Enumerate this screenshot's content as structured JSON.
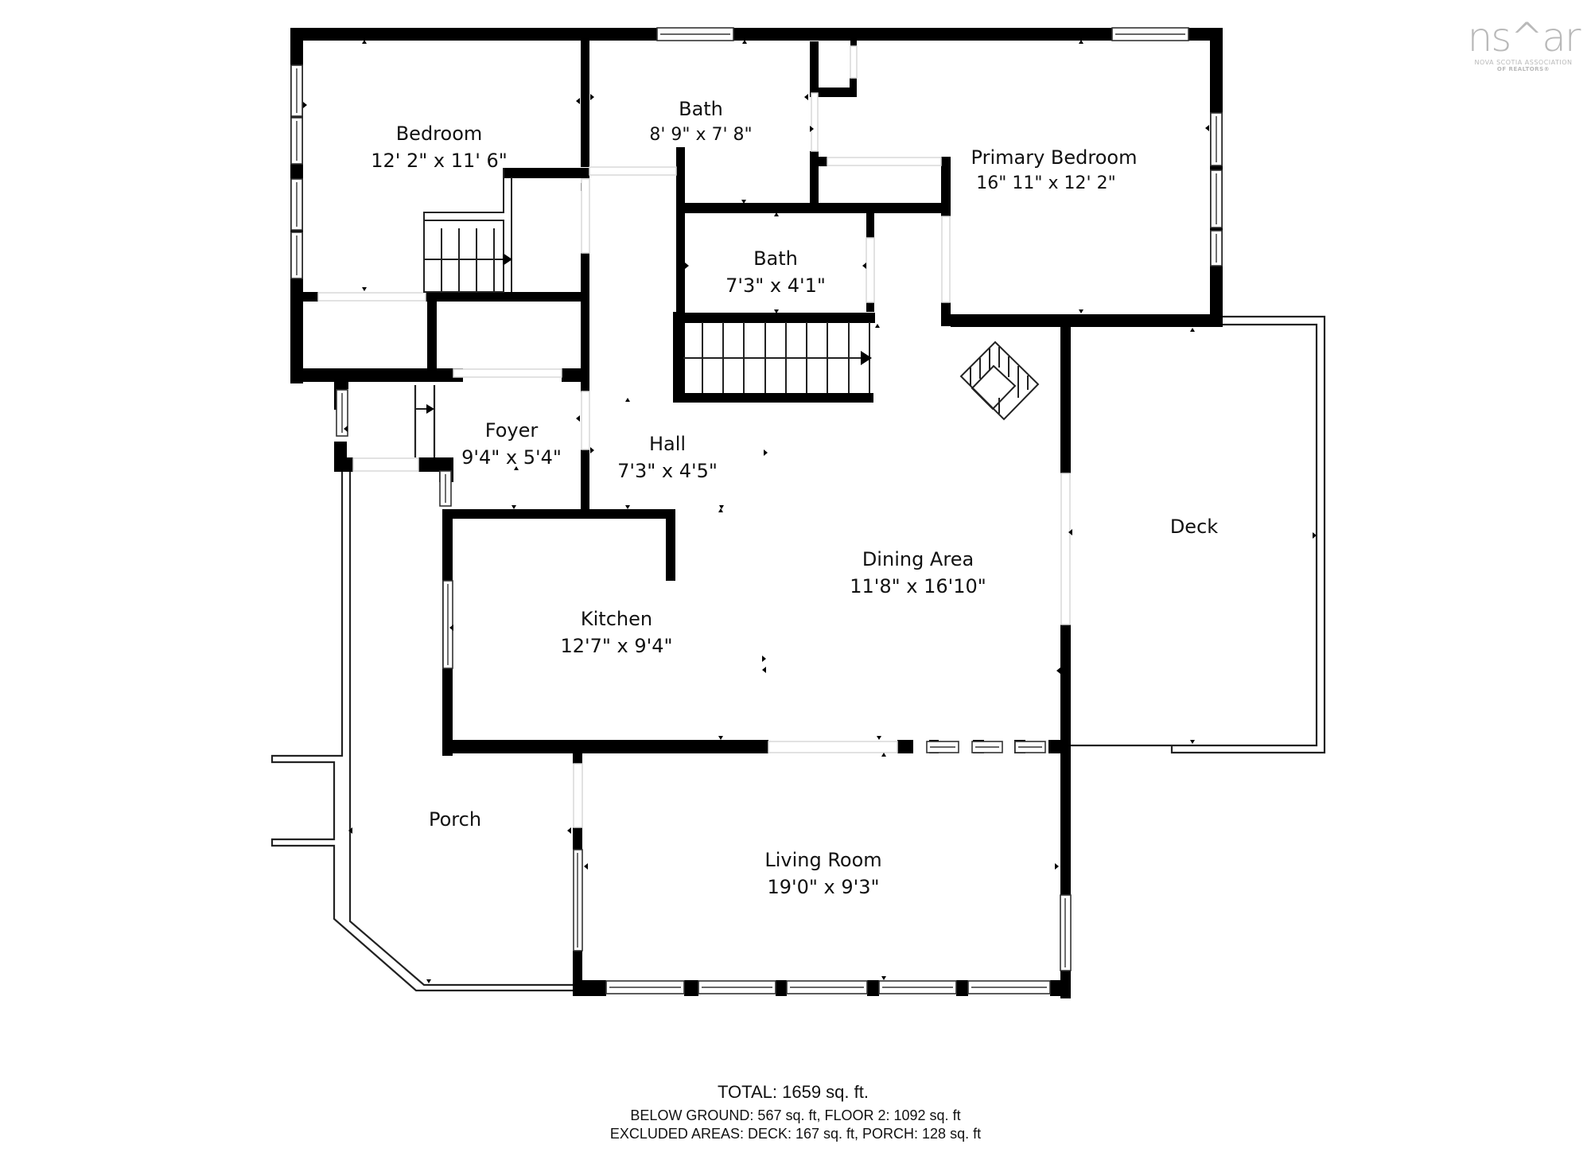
{
  "logo": {
    "mark": "ns^ar",
    "line1": "NOVA SCOTIA ASSOCIATION",
    "line2": "OF REALTORS®",
    "color": "#b9b9b9"
  },
  "rooms": [
    {
      "id": "bedroom",
      "name": "Bedroom",
      "dims": "12' 2\" x 11' 6\""
    },
    {
      "id": "bath-upper",
      "name": "Bath",
      "dims": "8' 9\" x 7' 8\""
    },
    {
      "id": "primary-bedroom",
      "name": "Primary Bedroom",
      "dims": "16\" 11\" x 12' 2\""
    },
    {
      "id": "bath-lower",
      "name": "Bath",
      "dims": "7'3\" x 4'1\""
    },
    {
      "id": "foyer",
      "name": "Foyer",
      "dims": "9'4\" x 5'4\""
    },
    {
      "id": "hall",
      "name": "Hall",
      "dims": "7'3\" x 4'5\""
    },
    {
      "id": "deck",
      "name": "Deck",
      "dims": ""
    },
    {
      "id": "dining-area",
      "name": "Dining Area",
      "dims": "11'8\" x 16'10\""
    },
    {
      "id": "kitchen",
      "name": "Kitchen",
      "dims": "12'7\" x 9'4\""
    },
    {
      "id": "porch",
      "name": "Porch",
      "dims": ""
    },
    {
      "id": "living-room",
      "name": "Living Room",
      "dims": "19'0\" x 9'3\""
    }
  ],
  "summary": {
    "total": "TOTAL:  1659 sq. ft.",
    "floors": "BELOW GROUND: 567 sq. ft, FLOOR 2:  1092 sq. ft",
    "excluded": "EXCLUDED AREAS: DECK: 167 sq. ft, PORCH: 128 sq. ft"
  },
  "colors": {
    "wall": "#000000",
    "background": "#ffffff",
    "logo": "#b9b9b9"
  }
}
